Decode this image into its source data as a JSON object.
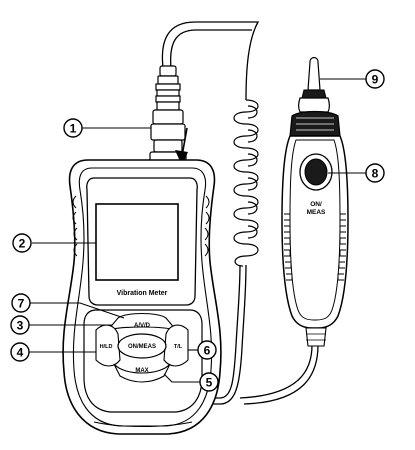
{
  "meter": {
    "screen_label": "Vibration Meter",
    "buttons": {
      "avd": "A/V/D",
      "hold": "H/LD",
      "on_meas": "ON/MEAS",
      "tilt": "T/L",
      "max": "MAX"
    }
  },
  "probe": {
    "button_label_line1": "ON/",
    "button_label_line2": "MEAS"
  },
  "callouts": [
    {
      "number": "1"
    },
    {
      "number": "2"
    },
    {
      "number": "3"
    },
    {
      "number": "4"
    },
    {
      "number": "5"
    },
    {
      "number": "6"
    },
    {
      "number": "7"
    },
    {
      "number": "8"
    },
    {
      "number": "9"
    }
  ],
  "colors": {
    "line": "#000000",
    "grip": "#1a1a1a",
    "background": "#ffffff"
  }
}
